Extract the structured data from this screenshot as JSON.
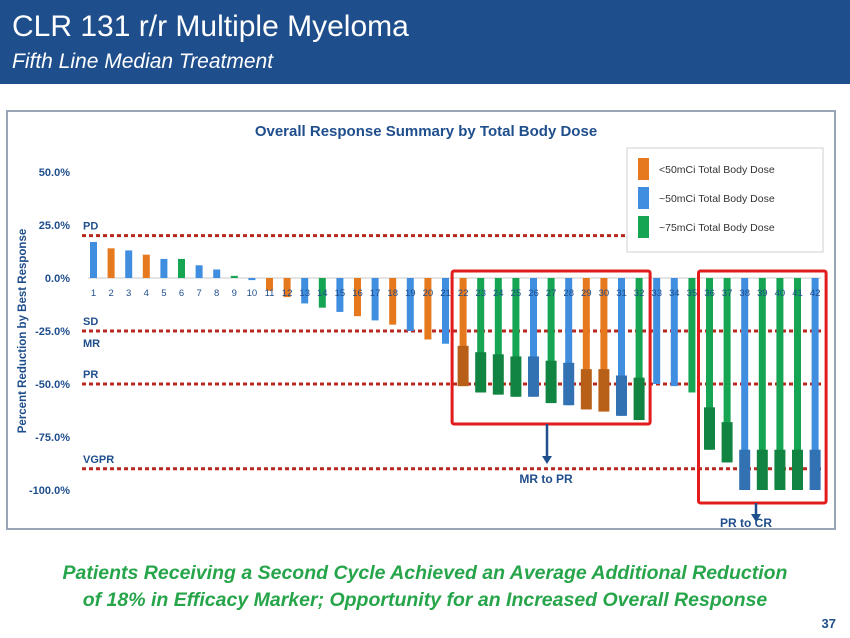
{
  "slide": {
    "title": "CLR 131 r/r Multiple Myeloma",
    "subtitle": "Fifth Line Median Treatment",
    "footer_line1": "Patients Receiving a Second Cycle Achieved an Average Additional Reduction",
    "footer_line2": "of 18% in Efficacy Marker; Opportunity for an Increased Overall Response",
    "page_number": "37"
  },
  "colors": {
    "header_bg": "#1f4e8c",
    "orange": "#e6781e",
    "blue": "#3f8ee0",
    "green": "#16a552",
    "threshold_line": "#b7281e",
    "highlight_box": "#e21b1b",
    "arrow": "#1f4e8c",
    "footer_text": "#27a54a"
  },
  "chart_data": {
    "type": "bar",
    "title": "Overall Response Summary by Total Body Dose",
    "ylabel": "Percent Reduction by Best Response",
    "xlabel": "",
    "ylim": [
      -100,
      50
    ],
    "yticks": [
      50,
      25,
      0,
      -25,
      -50,
      -75,
      -100
    ],
    "ytick_labels": [
      "50.0%",
      "25.0%",
      "0.0%",
      "-25.0%",
      "-50.0%",
      "-75.0%",
      "-100.0%"
    ],
    "categories": [
      "1",
      "2",
      "3",
      "4",
      "5",
      "6",
      "7",
      "8",
      "9",
      "10",
      "11",
      "12",
      "13",
      "14",
      "15",
      "16",
      "17",
      "18",
      "19",
      "20",
      "21",
      "22",
      "23",
      "24",
      "25",
      "26",
      "27",
      "28",
      "29",
      "30",
      "31",
      "32",
      "33",
      "34",
      "35",
      "36",
      "37",
      "38",
      "39",
      "40",
      "41",
      "42"
    ],
    "values": [
      17,
      14,
      13,
      11,
      9,
      9,
      6,
      4,
      1,
      -1,
      -6,
      -9,
      -12,
      -14,
      -16,
      -18,
      -20,
      -22,
      -25,
      -29,
      -31,
      -51,
      -54,
      -55,
      -56,
      -56,
      -59,
      -60,
      -62,
      -63,
      -65,
      -67,
      -50,
      -51,
      -54,
      -81,
      -87,
      -100,
      -100,
      -100,
      -100,
      -100
    ],
    "first_cycle": [
      null,
      null,
      null,
      null,
      null,
      null,
      null,
      null,
      null,
      null,
      null,
      null,
      null,
      null,
      null,
      null,
      null,
      null,
      null,
      null,
      null,
      -32,
      -35,
      -36,
      -37,
      -37,
      -39,
      -40,
      -43,
      -43,
      -46,
      -47,
      null,
      null,
      null,
      -61,
      -68,
      -81,
      -81,
      -81,
      -81,
      -81
    ],
    "dose_group": [
      "~50",
      "<50",
      "~50",
      "<50",
      "~50",
      "~75",
      "~50",
      "~50",
      "~75",
      "~50",
      "<50",
      "<50",
      "~50",
      "~75",
      "~50",
      "<50",
      "~50",
      "<50",
      "~50",
      "<50",
      "~50",
      "<50",
      "~75",
      "~75",
      "~75",
      "~50",
      "~75",
      "~50",
      "<50",
      "<50",
      "~50",
      "~75",
      "~50",
      "~50",
      "~75",
      "~75",
      "~75",
      "~50",
      "~75",
      "~75",
      "~75",
      "~50"
    ],
    "legend": [
      {
        "group": "<50",
        "label": "<50mCi Total Body Dose",
        "color": "#e6781e"
      },
      {
        "group": "~50",
        "label": "~50mCi Total Body Dose",
        "color": "#3f8ee0"
      },
      {
        "group": "~75",
        "label": "~75mCi Total Body Dose",
        "color": "#16a552"
      }
    ],
    "legend_position": "top-right",
    "thresholds": [
      {
        "value": 20,
        "label": "PD"
      },
      {
        "value": -25,
        "label": "SD",
        "label_below": "MR"
      },
      {
        "value": -50,
        "label": "PR"
      },
      {
        "value": -90,
        "label": "VGPR"
      }
    ],
    "highlights": [
      {
        "from": "22",
        "to": "32",
        "label": "MR to PR"
      },
      {
        "from": "36",
        "to": "42",
        "label": "PR to CR"
      }
    ]
  }
}
